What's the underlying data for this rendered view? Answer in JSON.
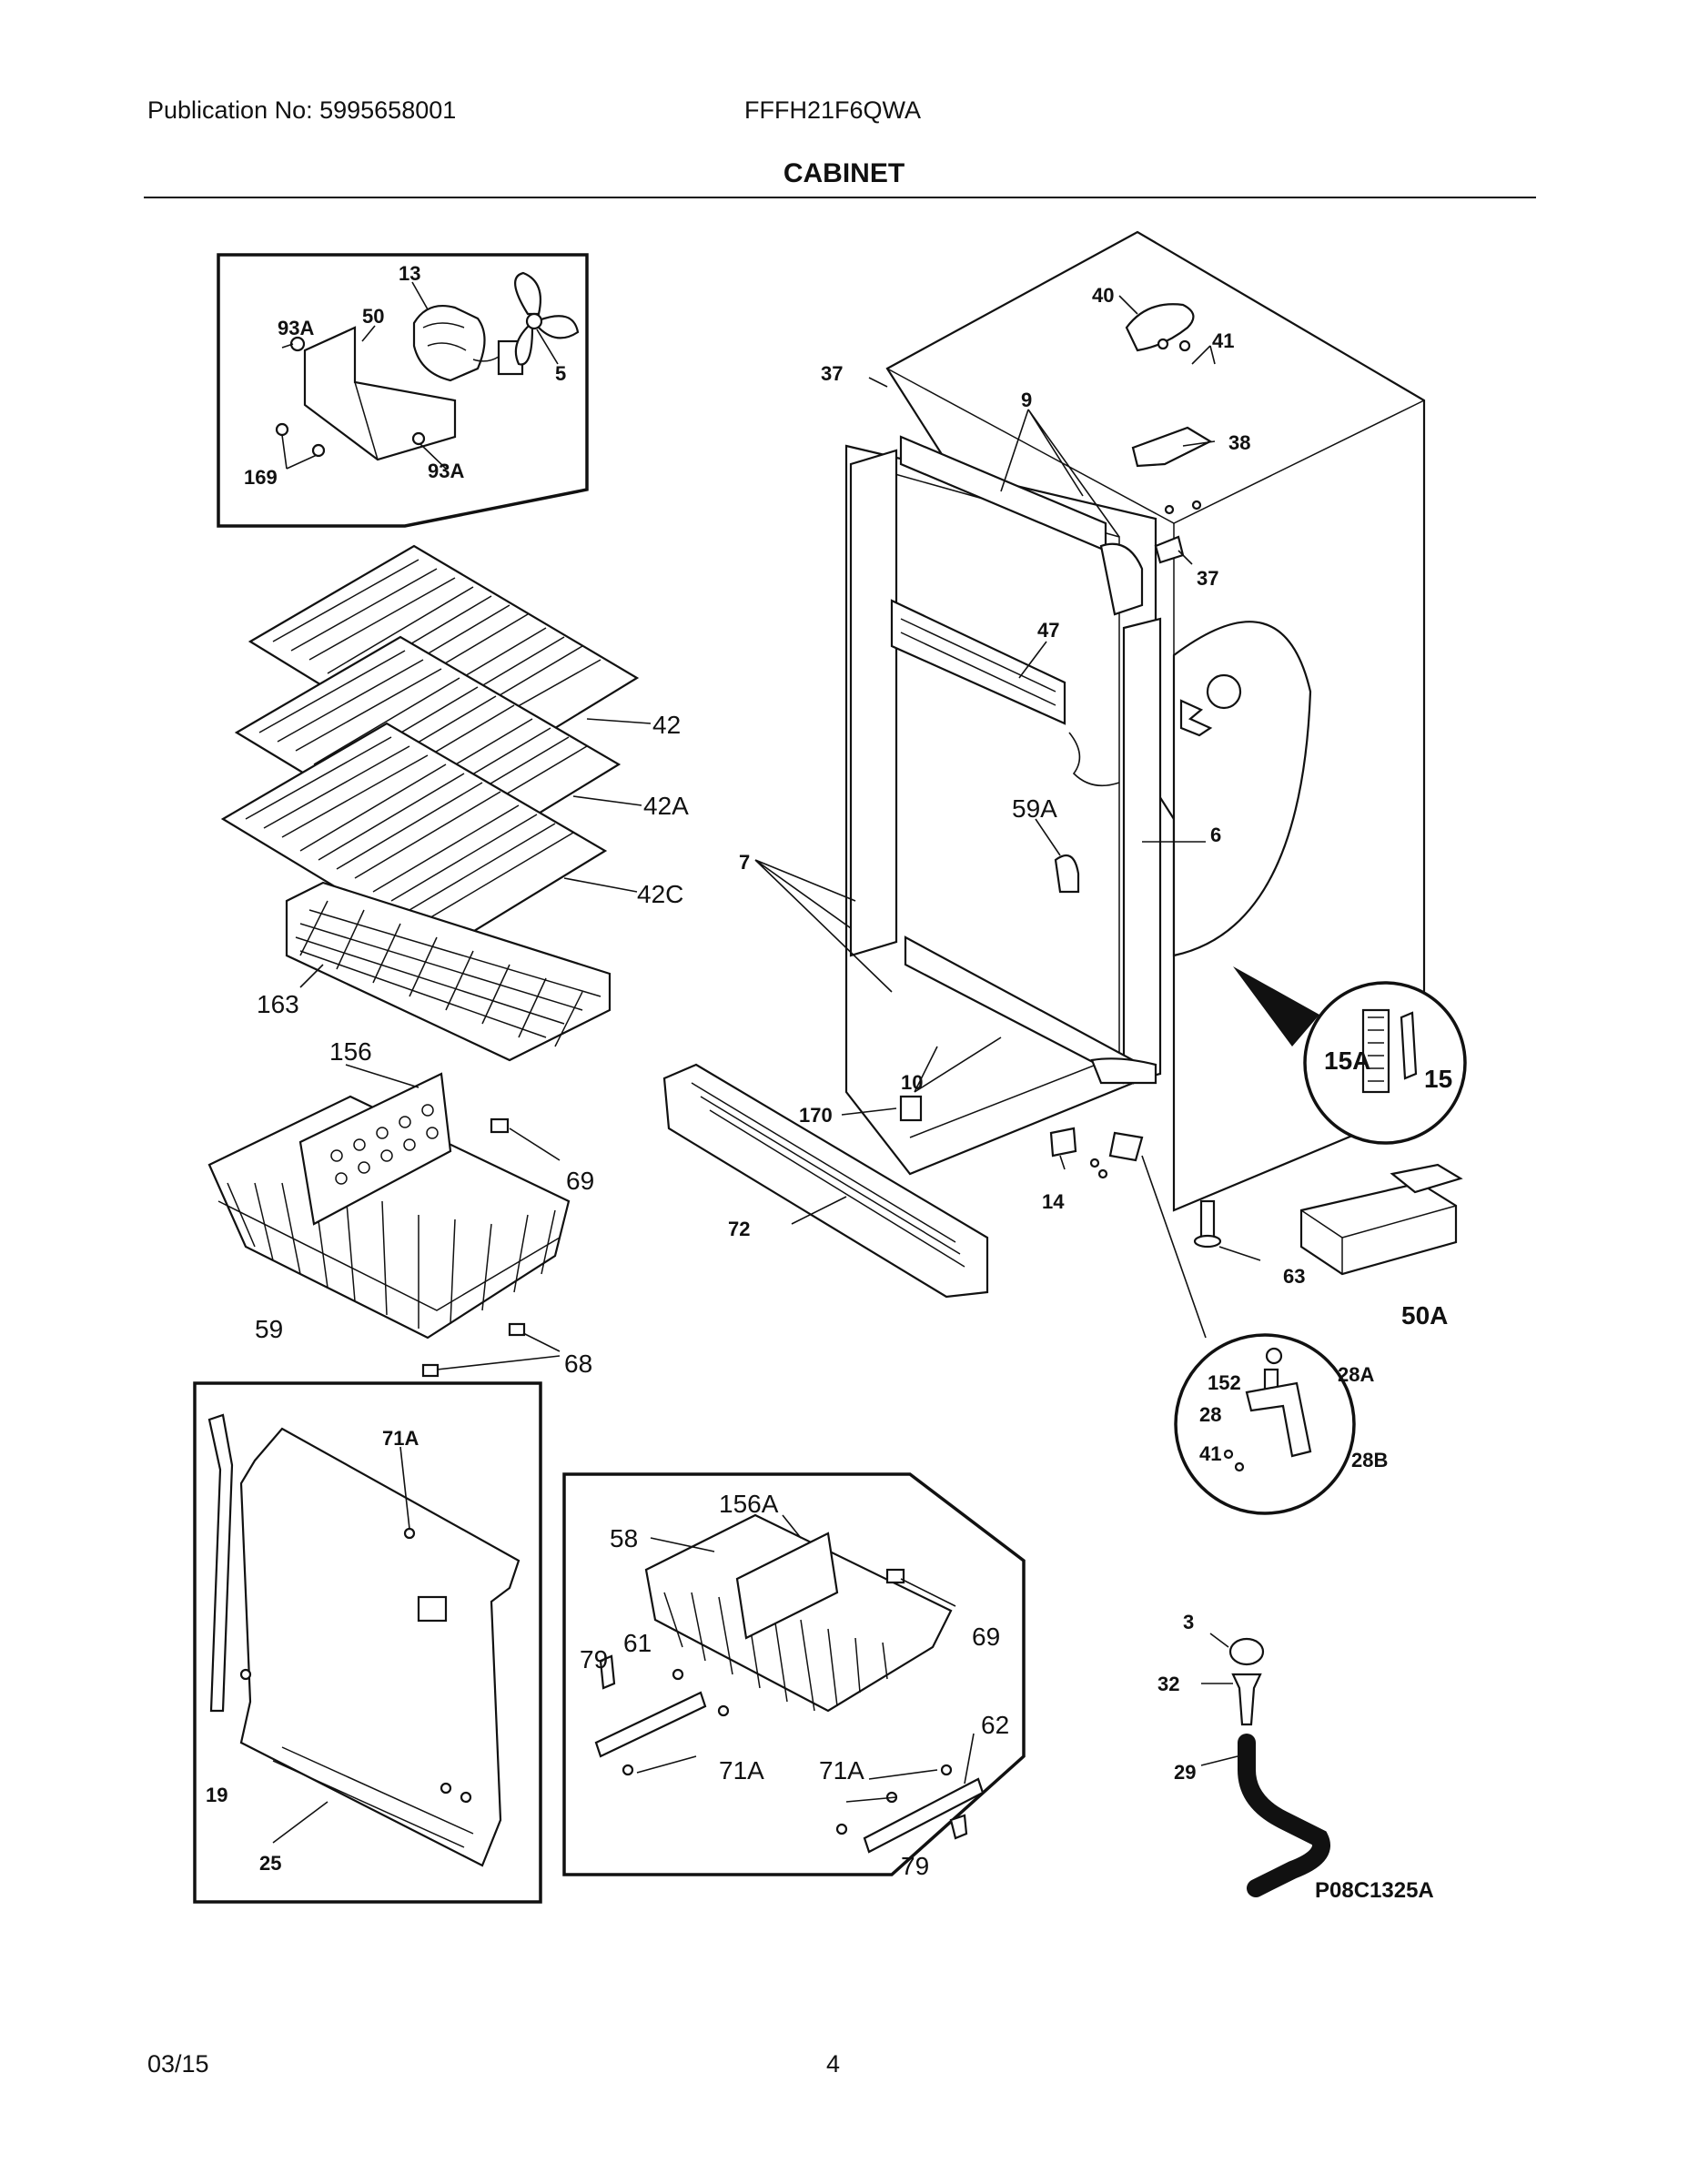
{
  "header": {
    "publication": "Publication No: 5995658001",
    "model": "FFFH21F6QWA",
    "section_title": "CABINET"
  },
  "footer": {
    "date": "03/15",
    "page_number": "4"
  },
  "diagram_code": "P08C1325A",
  "callouts": [
    {
      "id": "c13",
      "text": "13",
      "style": "bold"
    },
    {
      "id": "c93a-1",
      "text": "93A",
      "style": "bold"
    },
    {
      "id": "c50",
      "text": "50",
      "style": "bold"
    },
    {
      "id": "c5",
      "text": "5",
      "style": "bold"
    },
    {
      "id": "c169",
      "text": "169",
      "style": "bold"
    },
    {
      "id": "c93a-2",
      "text": "93A",
      "style": "bold"
    },
    {
      "id": "c40",
      "text": "40",
      "style": "bold"
    },
    {
      "id": "c41-top",
      "text": "41",
      "style": "bold"
    },
    {
      "id": "c37-top",
      "text": "37",
      "style": "bold"
    },
    {
      "id": "c9",
      "text": "9",
      "style": "bold"
    },
    {
      "id": "c38",
      "text": "38",
      "style": "bold"
    },
    {
      "id": "c37-right",
      "text": "37",
      "style": "bold"
    },
    {
      "id": "c47",
      "text": "47",
      "style": "bold"
    },
    {
      "id": "c42",
      "text": "42",
      "style": "normal"
    },
    {
      "id": "c42a",
      "text": "42A",
      "style": "normal"
    },
    {
      "id": "c59a",
      "text": "59A",
      "style": "normal"
    },
    {
      "id": "c7",
      "text": "7",
      "style": "bold"
    },
    {
      "id": "c6",
      "text": "6",
      "style": "bold"
    },
    {
      "id": "c42c",
      "text": "42C",
      "style": "normal"
    },
    {
      "id": "c163",
      "text": "163",
      "style": "normal"
    },
    {
      "id": "c156",
      "text": "156",
      "style": "normal"
    },
    {
      "id": "c15a",
      "text": "15A",
      "style": "bold"
    },
    {
      "id": "c15",
      "text": "15",
      "style": "bold"
    },
    {
      "id": "c10",
      "text": "10",
      "style": "bold"
    },
    {
      "id": "c170",
      "text": "170",
      "style": "bold"
    },
    {
      "id": "c69-top",
      "text": "69",
      "style": "normal"
    },
    {
      "id": "c14",
      "text": "14",
      "style": "bold"
    },
    {
      "id": "c72",
      "text": "72",
      "style": "bold"
    },
    {
      "id": "c63",
      "text": "63",
      "style": "bold"
    },
    {
      "id": "c50a",
      "text": "50A",
      "style": "bold"
    },
    {
      "id": "c59",
      "text": "59",
      "style": "normal"
    },
    {
      "id": "c68",
      "text": "68",
      "style": "normal"
    },
    {
      "id": "c152",
      "text": "152",
      "style": "bold"
    },
    {
      "id": "c28a",
      "text": "28A",
      "style": "bold"
    },
    {
      "id": "c28",
      "text": "28",
      "style": "bold"
    },
    {
      "id": "c41-hinge",
      "text": "41",
      "style": "bold"
    },
    {
      "id": "c28b",
      "text": "28B",
      "style": "bold"
    },
    {
      "id": "c71a-top",
      "text": "71A",
      "style": "bold"
    },
    {
      "id": "c156a",
      "text": "156A",
      "style": "normal"
    },
    {
      "id": "c58",
      "text": "58",
      "style": "normal"
    },
    {
      "id": "c69-mid",
      "text": "69",
      "style": "normal"
    },
    {
      "id": "c79-left",
      "text": "79",
      "style": "normal"
    },
    {
      "id": "c61",
      "text": "61",
      "style": "normal"
    },
    {
      "id": "c62",
      "text": "62",
      "style": "normal"
    },
    {
      "id": "c71a-left",
      "text": "71A",
      "style": "normal"
    },
    {
      "id": "c71a-right",
      "text": "71A",
      "style": "normal"
    },
    {
      "id": "c79-bottom",
      "text": "79",
      "style": "normal"
    },
    {
      "id": "c19",
      "text": "19",
      "style": "bold"
    },
    {
      "id": "c25",
      "text": "25",
      "style": "bold"
    },
    {
      "id": "c3",
      "text": "3",
      "style": "bold"
    },
    {
      "id": "c32",
      "text": "32",
      "style": "bold"
    },
    {
      "id": "c29",
      "text": "29",
      "style": "bold"
    }
  ]
}
